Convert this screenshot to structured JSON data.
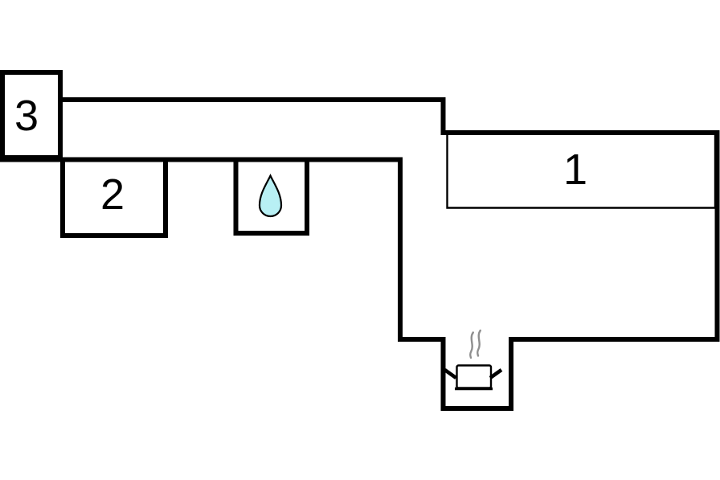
{
  "floor_plan": {
    "background_color": "#ffffff",
    "wall_color": "#000000",
    "rooms": {
      "room1": {
        "label": "1"
      },
      "room2": {
        "label": "2"
      },
      "room3": {
        "label": "3"
      }
    },
    "icons": {
      "water_drop": {
        "name": "water-drop-icon",
        "fill": "#b8f0f4",
        "stroke": "#000000"
      },
      "cooking_pot": {
        "name": "cooking-pot-icon",
        "fill": "#ffffff",
        "stroke": "#000000"
      },
      "steam": {
        "name": "steam-icon",
        "color": "#8f8f8f"
      }
    }
  }
}
